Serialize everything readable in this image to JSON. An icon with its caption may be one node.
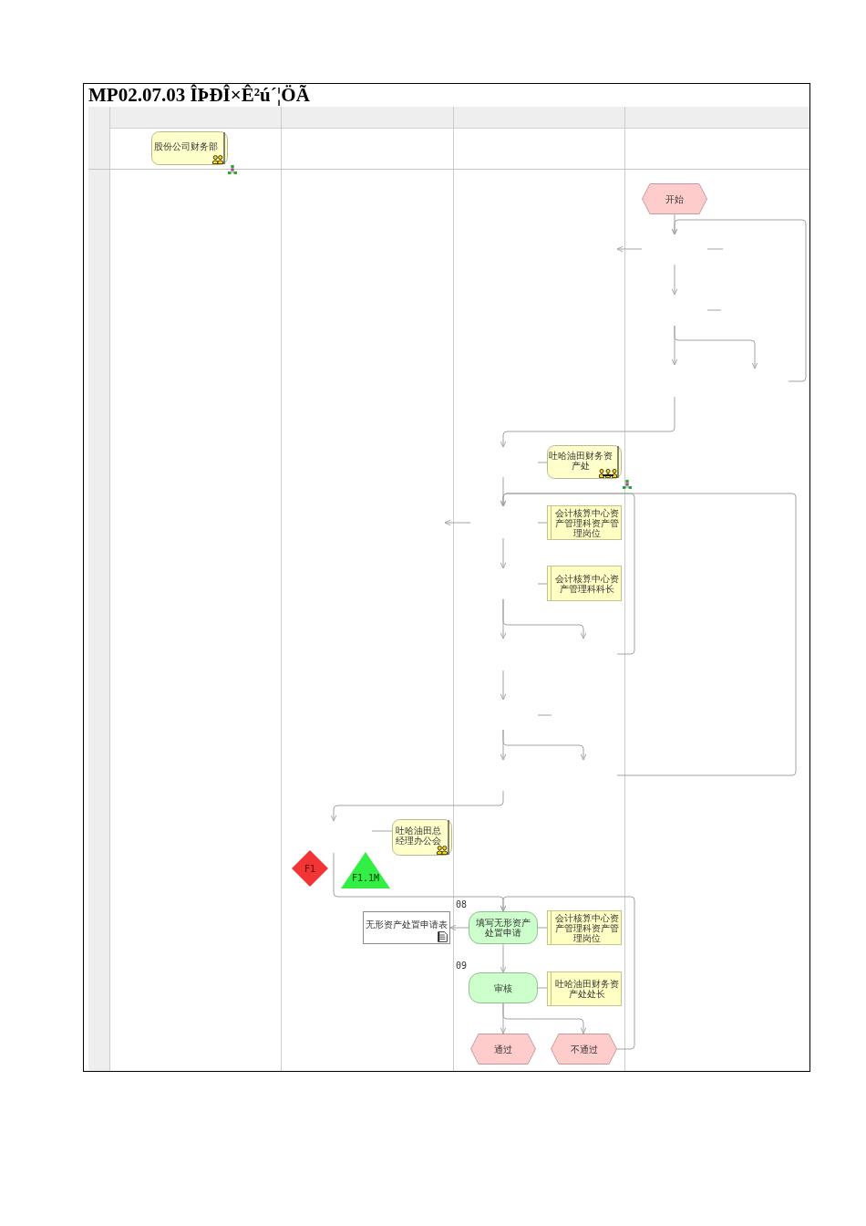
{
  "diagram": {
    "title": "MP02.07.03 ÎÞÐÎ×Ê²ú´¦ÖÃ",
    "nodes": [
      {
        "text": [
          "股份公司财务部"
        ]
      },
      {
        "text": [
          "开始"
        ]
      },
      {
        "text": [
          "吐哈油田财务资产处"
        ]
      },
      {
        "text": [
          "会计核算中心资产管理科资产管理岗位"
        ]
      },
      {
        "text": [
          "会计核算中心资产管理科科长"
        ]
      },
      {
        "text": [
          "吐哈油田总经理办公会"
        ]
      },
      {
        "text": [
          "F1"
        ]
      },
      {
        "text": [
          "F1.1M"
        ]
      },
      {
        "text": [
          "无形资产处置申请表"
        ]
      },
      {
        "text": [
          "填写无形资产处置申请"
        ],
        "beside": [
          "08"
        ]
      },
      {
        "text": [
          "会计核算中心资产管理科资产管理岗位"
        ]
      },
      {
        "text": [
          "审核"
        ],
        "beside": [
          "09"
        ]
      },
      {
        "text": [
          "吐哈油田财务资产处处长"
        ]
      },
      {
        "text": [
          "通过"
        ]
      },
      {
        "text": [
          "不通过"
        ]
      }
    ],
    "edges": [
      {
        "from": 1,
        "to": null,
        "arrow": "to"
      },
      {
        "from": null,
        "to": 2,
        "arrow": "none"
      },
      {
        "from": null,
        "to": 3,
        "arrow": "none"
      },
      {
        "from": null,
        "to": 4,
        "arrow": "none"
      },
      {
        "from": null,
        "to": 5,
        "arrow": "none"
      },
      {
        "from": null,
        "to": 9,
        "arrow": "to"
      },
      {
        "from": 14,
        "to": 9,
        "arrow": "to"
      },
      {
        "from": 9,
        "to": 11,
        "arrow": "to"
      },
      {
        "from": 9,
        "to": 10,
        "arrow": "none"
      },
      {
        "from": 9,
        "to": 8,
        "arrow": "to"
      },
      {
        "from": 11,
        "to": 12,
        "arrow": "none"
      },
      {
        "from": 11,
        "to": 13,
        "arrow": "to"
      },
      {
        "from": 11,
        "to": 14,
        "arrow": "to"
      }
    ]
  }
}
